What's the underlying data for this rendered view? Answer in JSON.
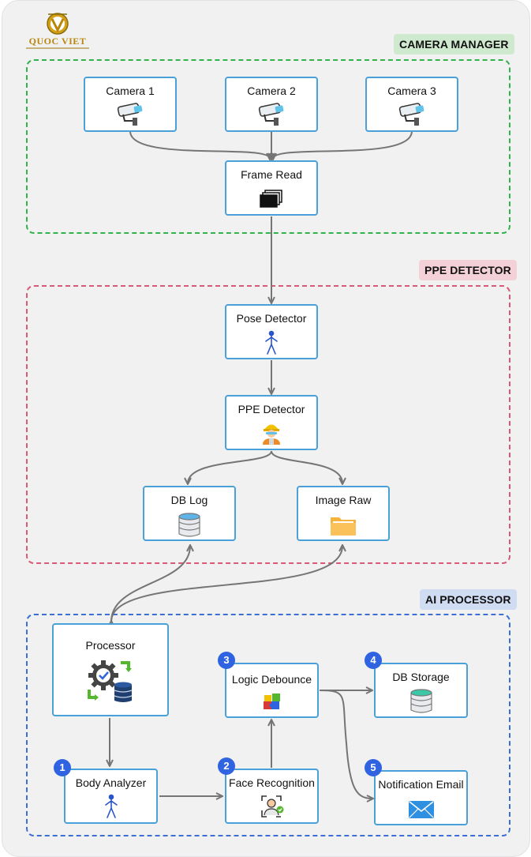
{
  "logo": {
    "text": "QUOC VIET"
  },
  "groups": {
    "camera_manager": "CAMERA MANAGER",
    "ppe_detector": "PPE DETECTOR",
    "ai_processor": "AI PROCESSOR"
  },
  "nodes": {
    "camera1": "Camera 1",
    "camera2": "Camera 2",
    "camera3": "Camera 3",
    "frame_read": "Frame Read",
    "pose_detector": "Pose Detector",
    "ppe_detector": "PPE Detector",
    "db_log": "DB Log",
    "image_raw": "Image Raw",
    "processor": "Processor",
    "body_analyzer": "Body Analyzer",
    "face_recognition": "Face Recognition",
    "logic_debounce": "Logic Debounce",
    "db_storage": "DB Storage",
    "notification_email": "Notification Email"
  },
  "badges": {
    "body_analyzer": "1",
    "face_recognition": "2",
    "logic_debounce": "3",
    "db_storage": "4",
    "notification_email": "5"
  },
  "icons": {
    "camera": "security-camera-icon",
    "frame_read": "frames-stack-icon",
    "pose": "human-pose-icon",
    "ppe": "worker-helmet-icon",
    "db_log": "database-icon",
    "image_raw": "folder-icon",
    "processor": "gear-database-sync-icon",
    "face": "face-scan-icon",
    "puzzle": "puzzle-icon",
    "storage": "database-teal-icon",
    "email": "envelope-icon"
  },
  "colors": {
    "camera_group": "#32b34a",
    "ppe_group": "#d85a76",
    "ai_group": "#3b6fd4",
    "node_border": "#4aa0d8",
    "badge": "#2f63e0",
    "edge": "#757575"
  }
}
